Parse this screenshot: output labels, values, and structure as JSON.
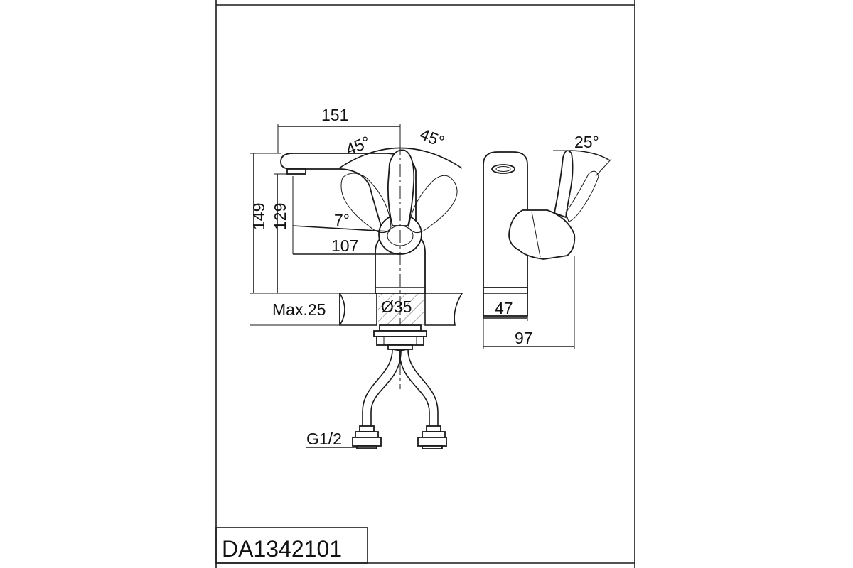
{
  "drawing": {
    "model_code": "DA1342101",
    "dimensions": {
      "width_total": "151",
      "height_total": "149",
      "height_spout": "129",
      "reach_spout": "107",
      "swing_left": "45°",
      "swing_right": "45°",
      "tilt_angle": "7°",
      "deck_max": "Max.25",
      "base_diameter": "Ø35",
      "side_base_width": "47",
      "side_total_depth": "97",
      "handle_lift_angle": "25°",
      "hose_thread": "G1/2"
    }
  }
}
